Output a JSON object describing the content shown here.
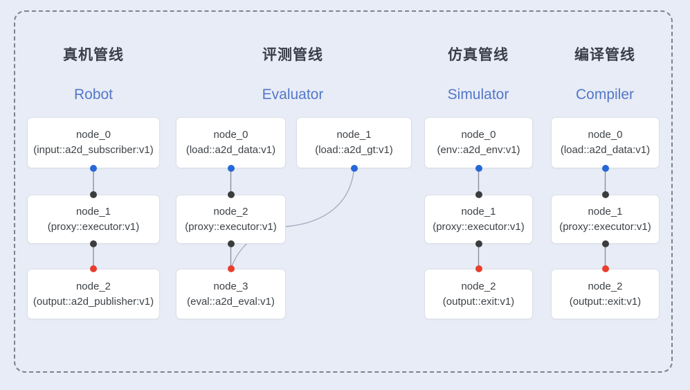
{
  "diagram": {
    "kind": "pipeline-node-graph",
    "colors": {
      "bg": "#E8ECF6",
      "frame": "#7A8190",
      "box_bg": "#FFFFFF",
      "box_border": "#DBDFE7",
      "text": "#3D4247",
      "title_zh": "#383F4A",
      "title_en": "#5377C8",
      "line": "#8B919C",
      "curve": "#A3ACC0",
      "dot_blue": "#2667D6",
      "dot_black": "#3C3C3E",
      "dot_red": "#E93E2D"
    }
  },
  "pipelines": [
    {
      "title_zh": "真机管线",
      "title_en": "Robot",
      "nodes": [
        {
          "name": "node_0",
          "type": "(input::a2d_subscriber:v1)"
        },
        {
          "name": "node_1",
          "type": "(proxy::executor:v1)"
        },
        {
          "name": "node_2",
          "type": "(output::a2d_publisher:v1)"
        }
      ],
      "edges": [
        {
          "from": "node_0",
          "to": "node_1"
        },
        {
          "from": "node_1",
          "to": "node_2"
        }
      ]
    },
    {
      "title_zh": "评测管线",
      "title_en": "Evaluator",
      "nodes": [
        {
          "name": "node_0",
          "type": "(load::a2d_data:v1)"
        },
        {
          "name": "node_1",
          "type": "(load::a2d_gt:v1)"
        },
        {
          "name": "node_2",
          "type": "(proxy::executor:v1)"
        },
        {
          "name": "node_3",
          "type": "(eval::a2d_eval:v1)"
        }
      ],
      "edges": [
        {
          "from": "node_0",
          "to": "node_2"
        },
        {
          "from": "node_2",
          "to": "node_3"
        },
        {
          "from": "node_1",
          "to": "node_3"
        }
      ]
    },
    {
      "title_zh": "仿真管线",
      "title_en": "Simulator",
      "nodes": [
        {
          "name": "node_0",
          "type": "(env::a2d_env:v1)"
        },
        {
          "name": "node_1",
          "type": "(proxy::executor:v1)"
        },
        {
          "name": "node_2",
          "type": "(output::exit:v1)"
        }
      ],
      "edges": [
        {
          "from": "node_0",
          "to": "node_1"
        },
        {
          "from": "node_1",
          "to": "node_2"
        }
      ]
    },
    {
      "title_zh": "编译管线",
      "title_en": "Compiler",
      "nodes": [
        {
          "name": "node_0",
          "type": "(load::a2d_data:v1)"
        },
        {
          "name": "node_1",
          "type": "(proxy::executor:v1)"
        },
        {
          "name": "node_2",
          "type": "(output::exit:v1)"
        }
      ],
      "edges": [
        {
          "from": "node_0",
          "to": "node_1"
        },
        {
          "from": "node_1",
          "to": "node_2"
        }
      ]
    }
  ]
}
